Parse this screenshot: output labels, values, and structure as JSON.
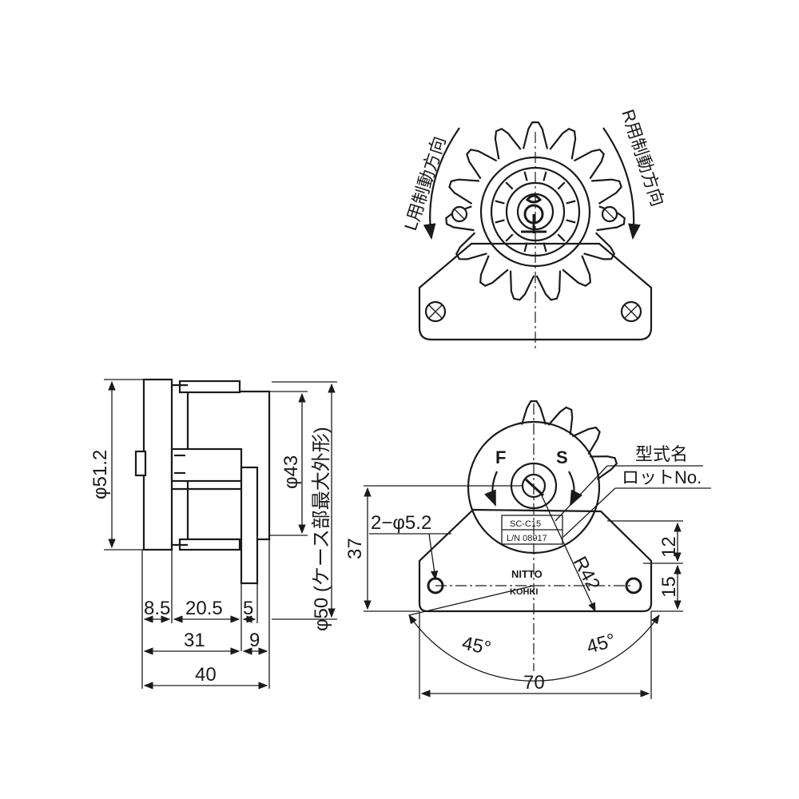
{
  "top_view": {
    "arrow_left_label": "L用制動方向",
    "arrow_right_label": "R用制動方向"
  },
  "side_view": {
    "dim_dia_outer": "φ51.2",
    "dim_dia_inner": "φ43",
    "dim_case": "φ50 (ケース部最大外形)",
    "dim_85": "8.5",
    "dim_205": "20.5",
    "dim_5": "5",
    "dim_31": "31",
    "dim_9": "9",
    "dim_40": "40"
  },
  "front_view": {
    "label_F": "F",
    "label_S": "S",
    "label_model_name": "型式名",
    "label_lot_no": "ロットNo.",
    "plate_model": "SC-C15",
    "plate_lot": "L/N 08917",
    "brand_top": "NITTO",
    "brand_bottom": "KOHKI",
    "dim_holes": "2−φ5.2",
    "dim_37": "37",
    "dim_12": "12",
    "dim_15": "15",
    "dim_r42": "R42",
    "dim_45_left": "45°",
    "dim_45_right": "45°",
    "dim_70": "70"
  }
}
